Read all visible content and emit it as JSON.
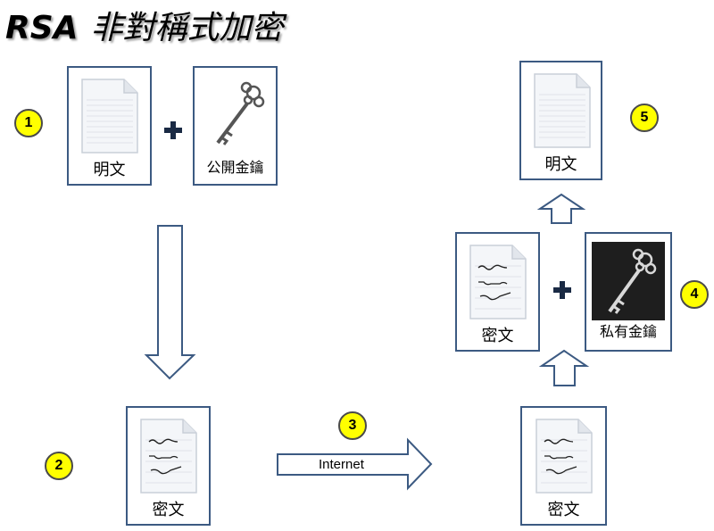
{
  "title": {
    "latin": "RSA",
    "cjk": "非對稱式加密"
  },
  "steps": [
    "1",
    "2",
    "3",
    "4",
    "5"
  ],
  "labels": {
    "plaintext": "明文",
    "public_key": "公開金鑰",
    "ciphertext": "密文",
    "private_key": "私有金鑰"
  },
  "network_label": "Internet",
  "colors": {
    "box_border": "#3c5a82",
    "badge": "#ffff00",
    "private_key_bg": "#1e1e1e"
  }
}
